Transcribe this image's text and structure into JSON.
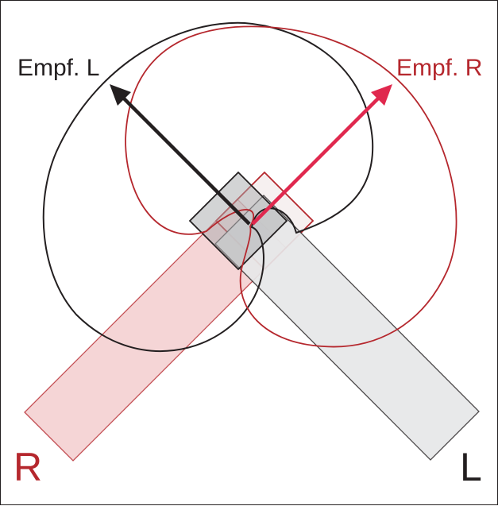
{
  "labels": {
    "mic_left_label": "Empf. L",
    "mic_right_label": "Empf. R",
    "channel_right": "R",
    "channel_left": "L"
  },
  "colors": {
    "black_channel": "#231f20",
    "red_channel": "#b5272d",
    "red_arrow": "#e0284e",
    "red_capsule_fill": "#f5d5d6",
    "gray_capsule_fill": "#e6e7e8"
  },
  "icons": {
    "left_polar_pattern": "cardioid-curve",
    "right_polar_pattern": "cardioid-curve",
    "left_direction": "arrow-up-left",
    "right_direction": "arrow-up-right"
  }
}
